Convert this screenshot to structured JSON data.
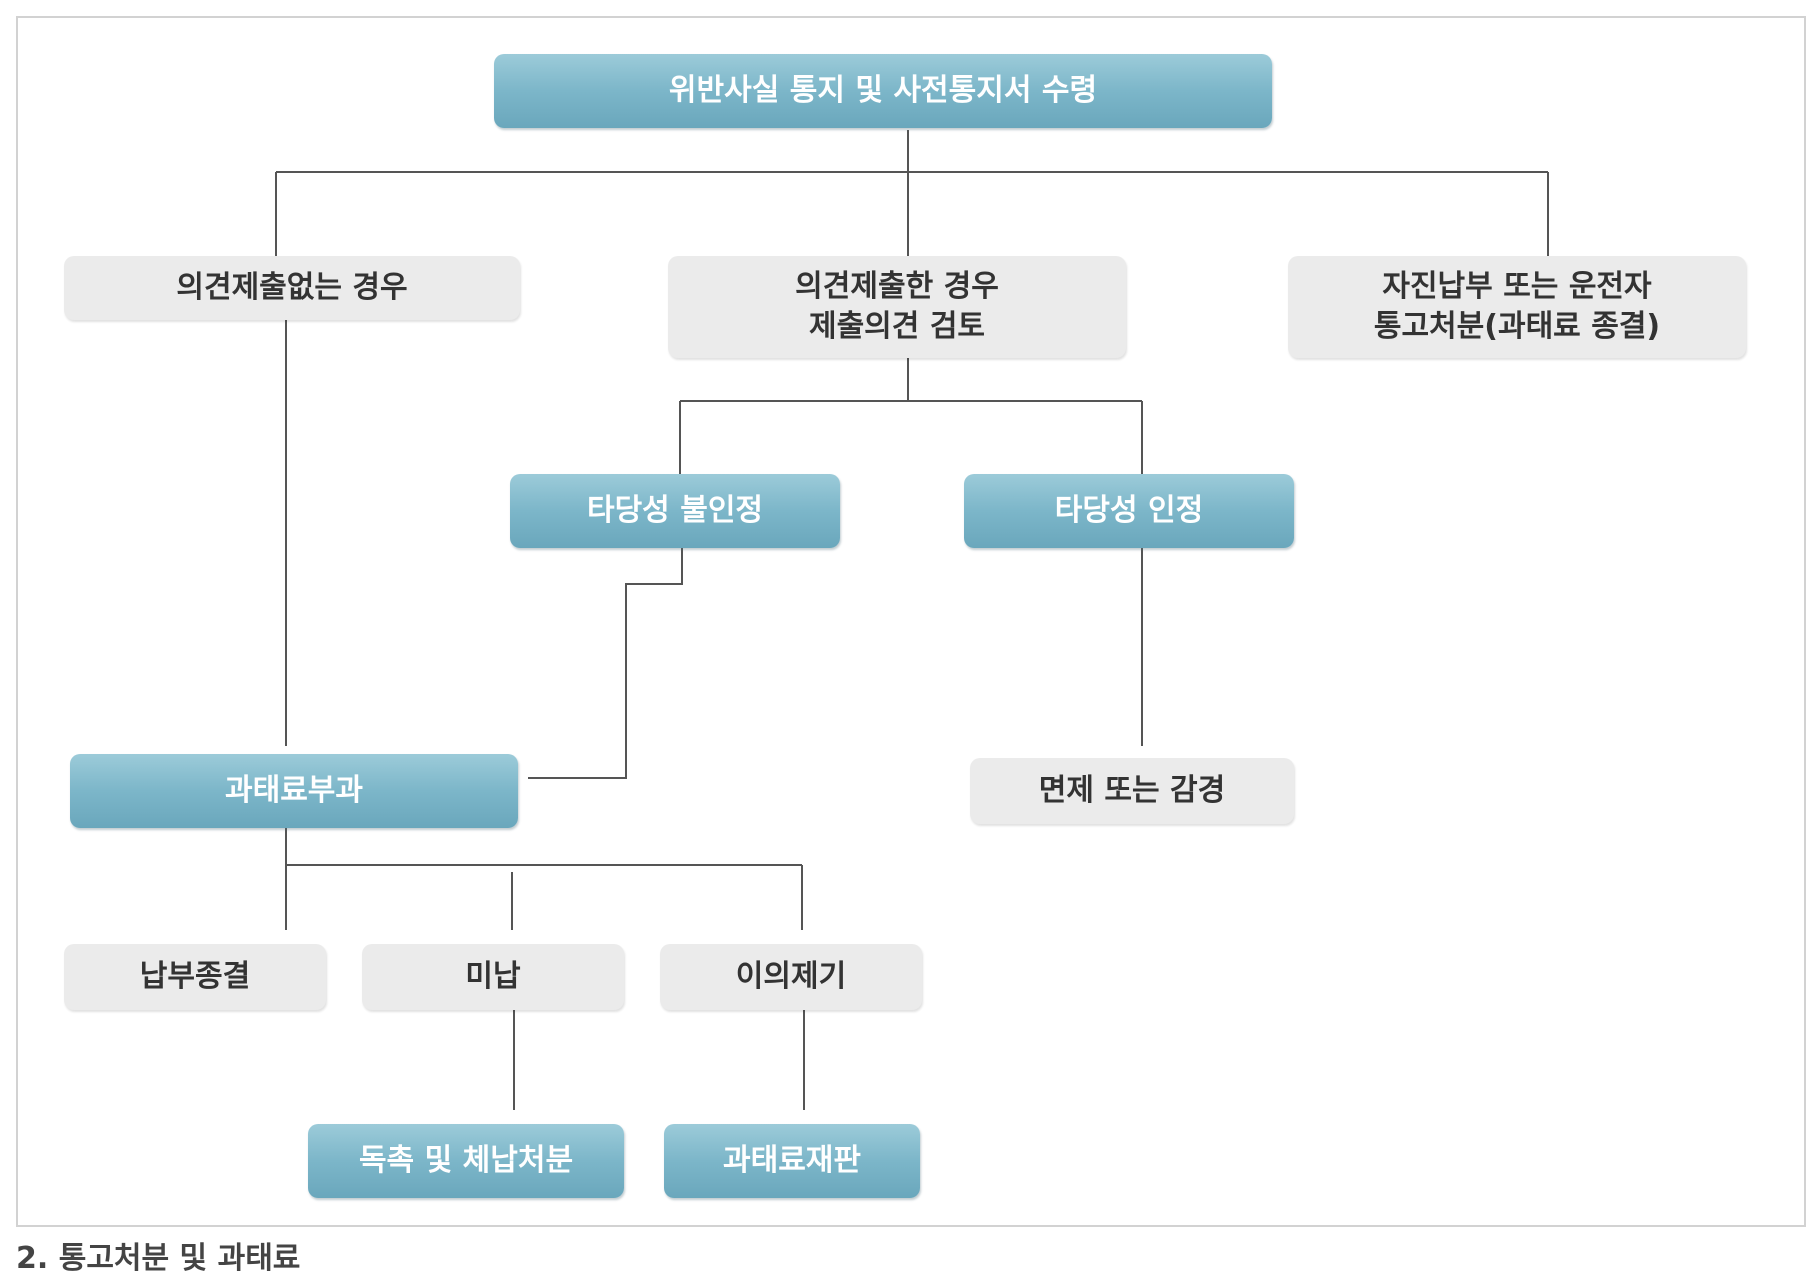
{
  "nodes": {
    "violation_notice": "위반사실 통지 및 사전통지서 수령",
    "no_opinion": "의견제출없는 경우",
    "opinion_submitted": "의견제출한 경우\n제출의견 검토",
    "self_payment": "자진납부 또는 운전자\n통고처분(과태료 종결)",
    "not_valid": "타당성 불인정",
    "valid": "타당성 인정",
    "fine_imposed": "과태료부과",
    "exemption": "면제 또는 감경",
    "payment_complete": "납부종결",
    "unpaid": "미납",
    "objection": "이의제기",
    "collection": "독촉 및 체납처분",
    "fine_trial": "과태료재판"
  },
  "caption": "2. 통고처분 및 과태료"
}
